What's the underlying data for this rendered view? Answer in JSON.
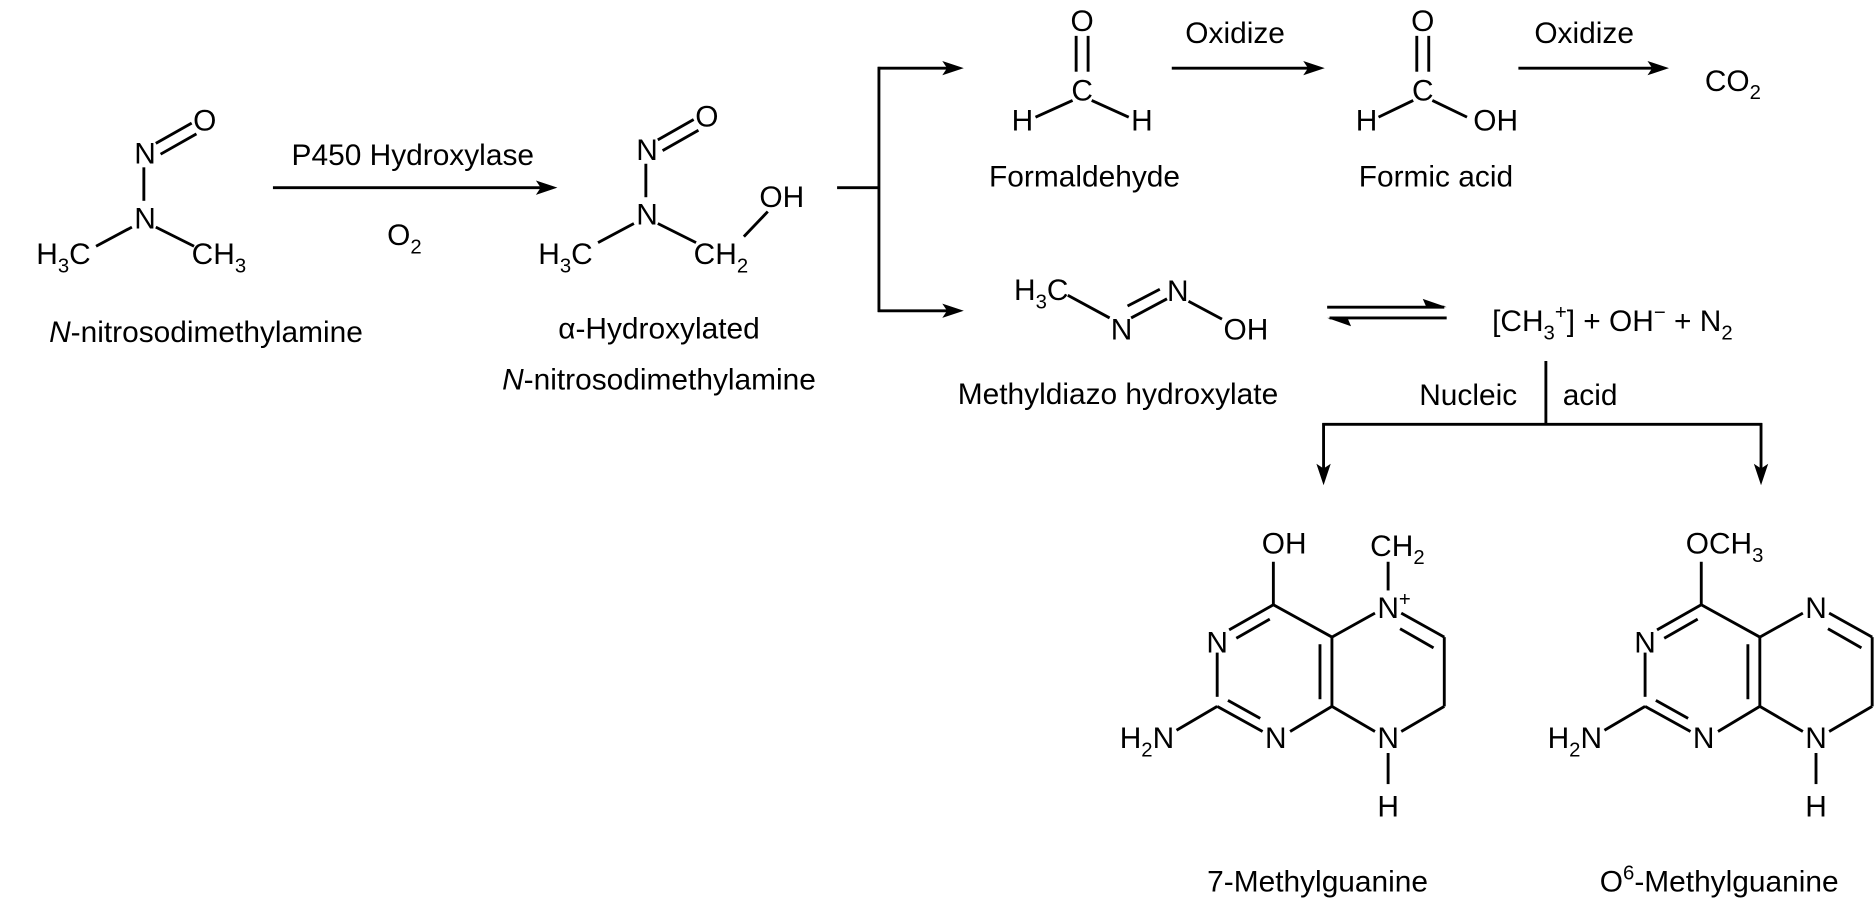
{
  "ndma": {
    "atoms": {
      "o": [
        {
          "t": "O"
        }
      ],
      "n_top": [
        {
          "t": "N"
        }
      ],
      "n_center": [
        {
          "t": "N"
        }
      ],
      "h3c": [
        {
          "t": "H"
        },
        {
          "sub": "3"
        },
        {
          "t": "C"
        }
      ],
      "ch3": [
        {
          "t": "CH"
        },
        {
          "sub": "3"
        }
      ]
    },
    "name": [
      {
        "i": "N"
      },
      {
        "t": "-nitrosodimethylamine"
      }
    ]
  },
  "step1": {
    "enzyme": [
      {
        "t": "P450 Hydroxylase"
      }
    ],
    "cofactor": [
      {
        "t": "O"
      },
      {
        "sub": "2"
      }
    ]
  },
  "hydroxylated": {
    "atoms": {
      "o": [
        {
          "t": "O"
        }
      ],
      "n_top": [
        {
          "t": "N"
        }
      ],
      "n_center": [
        {
          "t": "N"
        }
      ],
      "h3c": [
        {
          "t": "H"
        },
        {
          "sub": "3"
        },
        {
          "t": "C"
        }
      ],
      "ch2": [
        {
          "t": "CH"
        },
        {
          "sub": "2"
        }
      ],
      "oh": [
        {
          "t": "OH"
        }
      ]
    },
    "name_line1": [
      {
        "t": "α-Hydroxylated"
      }
    ],
    "name_line2": [
      {
        "i": "N"
      },
      {
        "t": "-nitrosodimethylamine"
      }
    ]
  },
  "formaldehyde": {
    "atoms": {
      "o": [
        {
          "t": "O"
        }
      ],
      "c": [
        {
          "t": "C"
        }
      ],
      "h_left": [
        {
          "t": "H"
        }
      ],
      "h_right": [
        {
          "t": "H"
        }
      ]
    },
    "name": [
      {
        "t": "Formaldehyde"
      }
    ]
  },
  "oxidize1": [
    {
      "t": "Oxidize"
    }
  ],
  "formic_acid": {
    "atoms": {
      "o": [
        {
          "t": "O"
        }
      ],
      "c": [
        {
          "t": "C"
        }
      ],
      "h": [
        {
          "t": "H"
        }
      ],
      "oh": [
        {
          "t": "OH"
        }
      ]
    },
    "name": [
      {
        "t": "Formic acid"
      }
    ]
  },
  "oxidize2": [
    {
      "t": "Oxidize"
    }
  ],
  "co2": [
    {
      "t": "CO"
    },
    {
      "sub": "2"
    }
  ],
  "methyldiazo": {
    "atoms": {
      "h3c": [
        {
          "t": "H"
        },
        {
          "sub": "3"
        },
        {
          "t": "C"
        }
      ],
      "n1": [
        {
          "t": "N"
        }
      ],
      "n2": [
        {
          "t": "N"
        }
      ],
      "oh": [
        {
          "t": "OH"
        }
      ]
    },
    "name": [
      {
        "t": "Methyldiazo hydroxylate"
      }
    ]
  },
  "products": [
    {
      "t": "[CH"
    },
    {
      "sub": "3"
    },
    {
      "sup": "+"
    },
    {
      "t": "] + OH"
    },
    {
      "sup": "−"
    },
    {
      "t": " +  N"
    },
    {
      "sub": "2"
    }
  ],
  "nucleic_label_left": [
    {
      "t": "Nucleic"
    }
  ],
  "nucleic_label_right": [
    {
      "t": "acid"
    }
  ],
  "methylguanine7": {
    "atoms": {
      "oh": [
        {
          "t": "OH"
        }
      ],
      "ch2": [
        {
          "t": "CH"
        },
        {
          "sub": "2"
        }
      ],
      "n_plus": [
        {
          "t": "N"
        },
        {
          "sup": "+"
        }
      ],
      "n3": [
        {
          "t": "N"
        }
      ],
      "n1": [
        {
          "t": "N"
        }
      ],
      "n8": [
        {
          "t": "N"
        }
      ],
      "h": [
        {
          "t": "H"
        }
      ],
      "h2n": [
        {
          "t": "H"
        },
        {
          "sub": "2"
        },
        {
          "t": "N"
        }
      ]
    },
    "name": [
      {
        "t": "7-Methylguanine"
      }
    ]
  },
  "methylguanine_o6": {
    "atoms": {
      "och3": [
        {
          "t": "OCH"
        },
        {
          "sub": "3"
        }
      ],
      "n5": [
        {
          "t": "N"
        }
      ],
      "n3": [
        {
          "t": "N"
        }
      ],
      "n1": [
        {
          "t": "N"
        }
      ],
      "n8": [
        {
          "t": "N"
        }
      ],
      "h": [
        {
          "t": "H"
        }
      ],
      "h2n": [
        {
          "t": "H"
        },
        {
          "sub": "2"
        },
        {
          "t": "N"
        }
      ]
    },
    "name": [
      {
        "t": "O"
      },
      {
        "sup": "6"
      },
      {
        "t": "-Methylguanine"
      }
    ]
  }
}
